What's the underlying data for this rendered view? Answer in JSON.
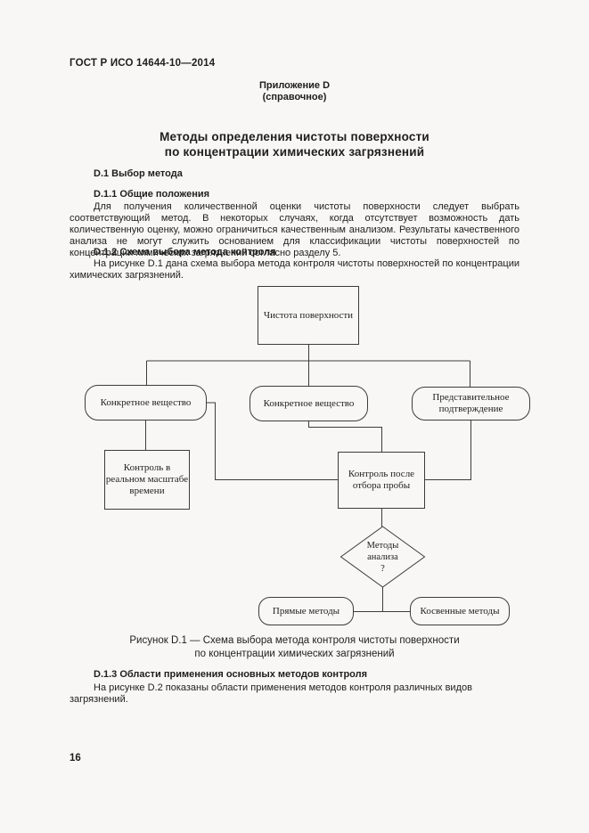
{
  "header": {
    "doc_code": "ГОСТ Р ИСО 14644-10—2014",
    "annex_line1": "Приложение D",
    "annex_line2": "(справочное)",
    "title_line1": "Методы определения чистоты поверхности",
    "title_line2": "по концентрации химических загрязнений"
  },
  "sections": {
    "d1_heading": "D.1 Выбор метода",
    "d11_heading": "D.1.1 Общие положения",
    "d11_text": "Для получения количественной оценки чистоты поверхности следует выбрать соответствующий метод. В некоторых случаях, когда отсутствует возможность дать количественную оценку, можно ограничиться качественным анализом. Результаты качественного анализа не могут служить основанием для классификации чистоты поверхностей по концентрации химических загрязнений согласно разделу 5.",
    "d12_heading": "D.1.2 Схема выбора метода контроля",
    "d12_text": "На рисунке D.1 дана схема выбора метода контроля чистоты поверхностей по концентрации химических загрязнений.",
    "d13_heading": "D.1.3 Области применения основных методов контроля",
    "d13_text": "На рисунке D.2 показаны области применения методов контроля различных видов загрязнений."
  },
  "figure": {
    "nodes": {
      "surface": "Чистота поверхности",
      "specific1": "Конкретное вещество",
      "specific2": "Конкретное вещество",
      "representative": "Представительное подтверждение",
      "realtime": "Контроль в реальном масштабе времени",
      "sampling": "Контроль после отбора пробы",
      "decision": "Методы\nанализа\n?",
      "direct": "Прямые методы",
      "indirect": "Косвенные методы"
    },
    "caption_line1": "Рисунок D.1 — Схема выбора метода контроля чистоты поверхности",
    "caption_line2": "по концентрации химических загрязнений"
  },
  "footer": {
    "page_number": "16"
  },
  "colors": {
    "ink": "#1e1e1e",
    "line": "#3c3c3c",
    "paper": "#f8f7f5"
  }
}
